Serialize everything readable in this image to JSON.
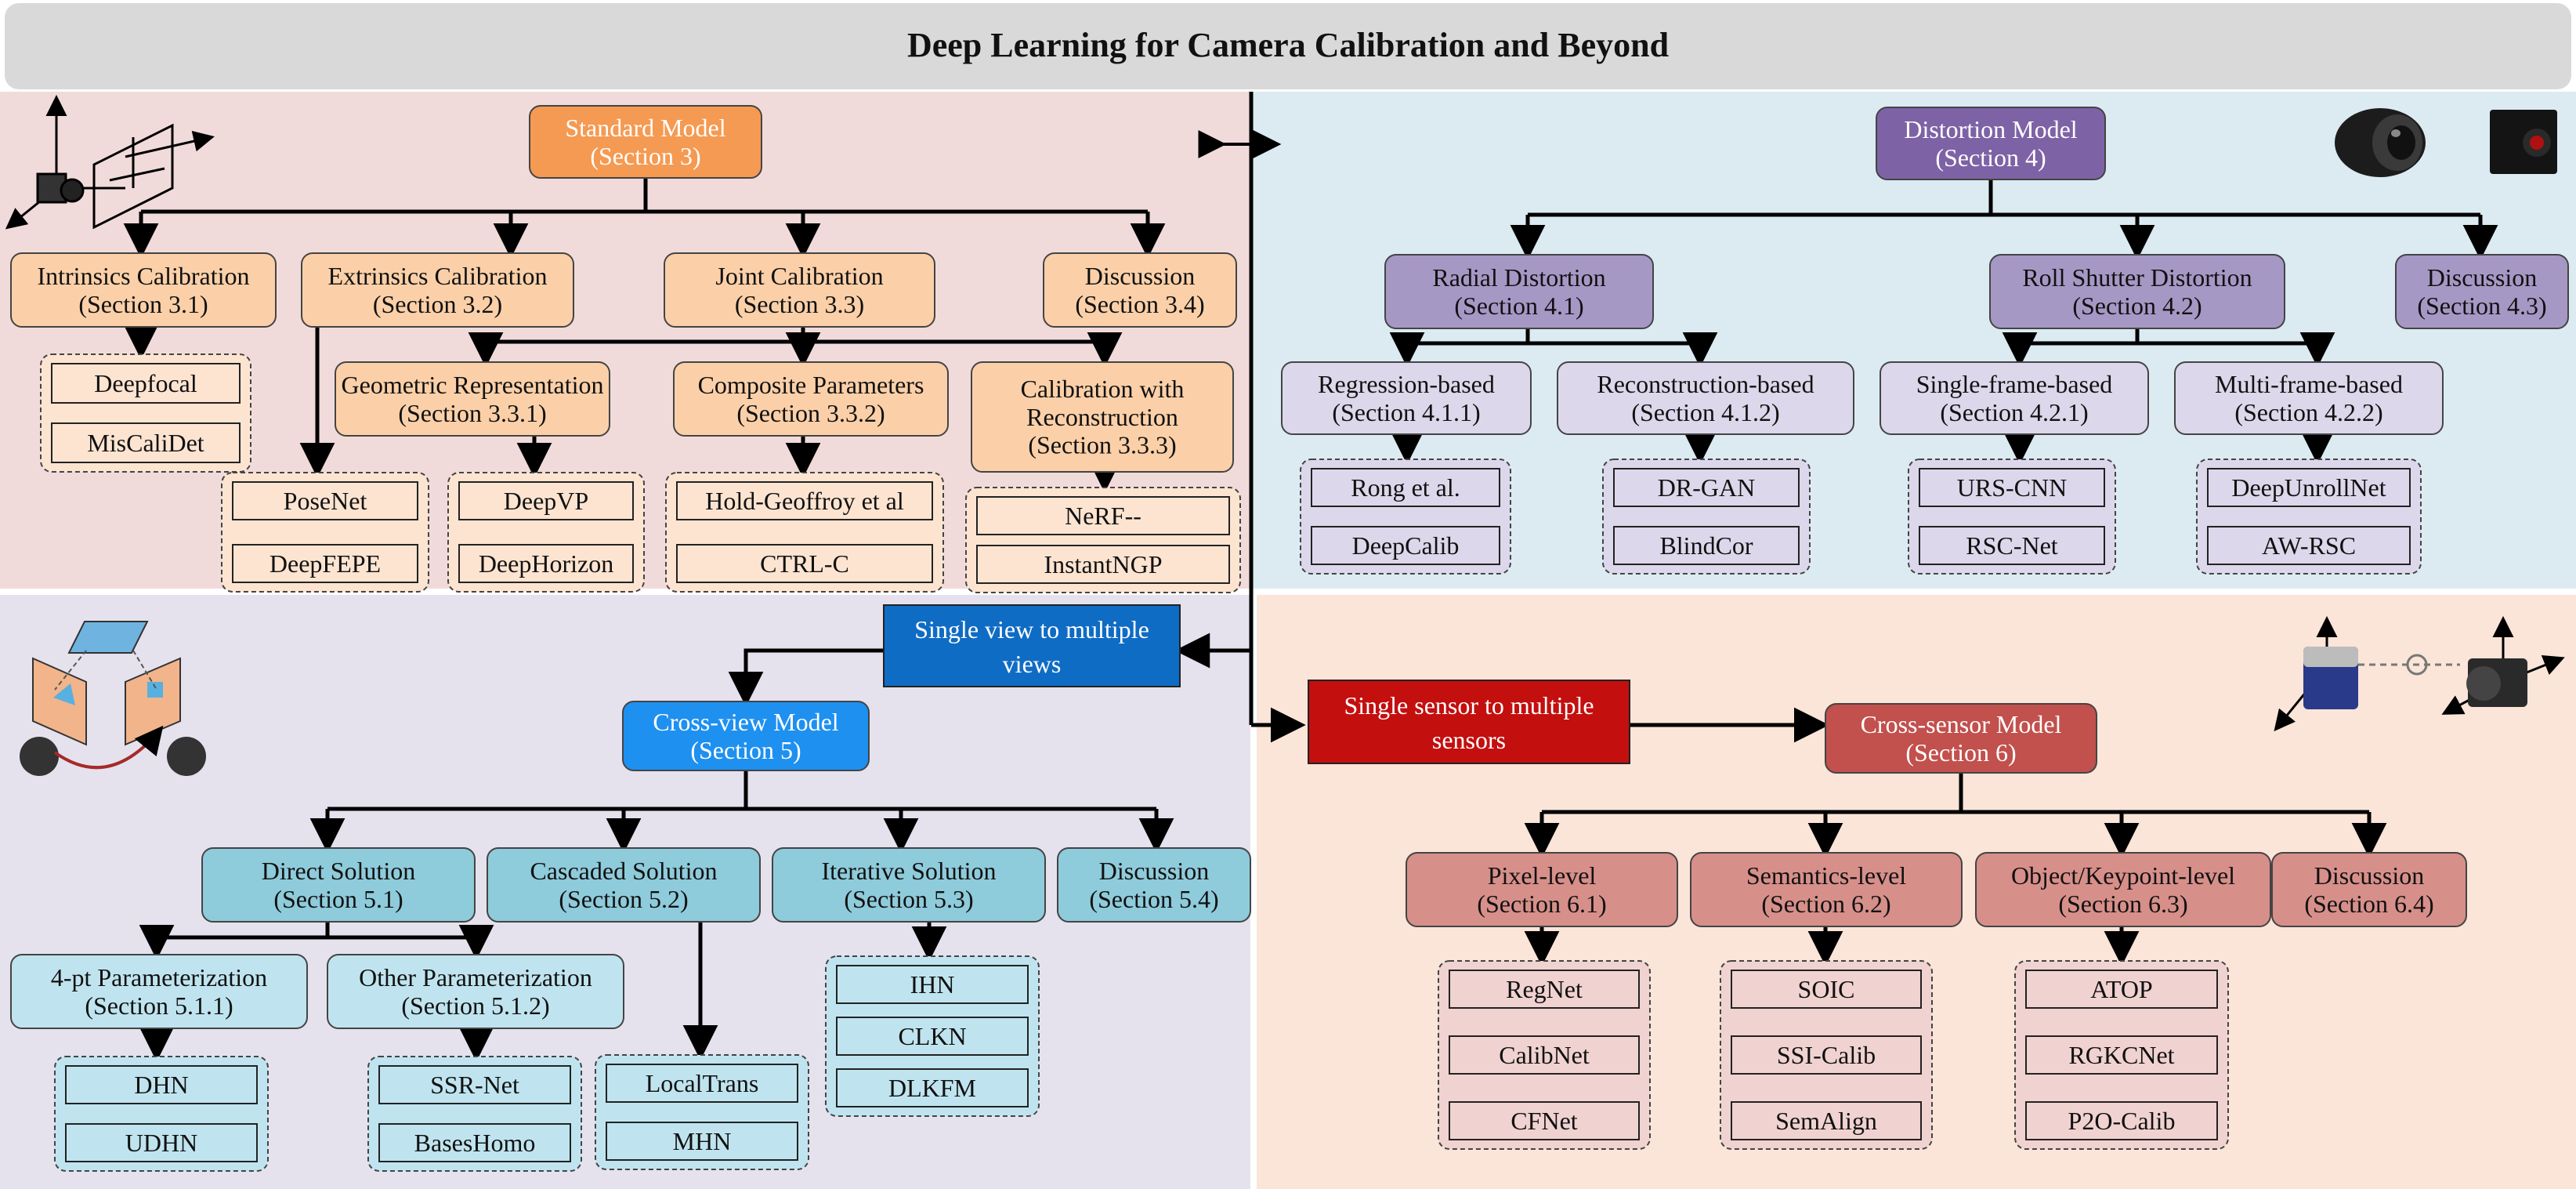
{
  "title": "Deep Learning for Camera Calibration and Beyond",
  "colors": {
    "q1_bg": "#f1dbda",
    "q2_bg": "#dcebf2",
    "q3_bg": "#e5e2ee",
    "q4_bg": "#fae5d8",
    "orange_main": "#f59a52",
    "orange_sub": "#fbd0a8",
    "orange_leaf": "#fde4d1",
    "purple_main": "#7e62a6",
    "purple_sub": "#a698c5",
    "purple_leaf": "#dcd7ea",
    "blue_main": "#1e90f0",
    "teal_sub": "#8ecbdb",
    "teal_leaf": "#bfe4ef",
    "red_main": "#c2504d",
    "red_sub": "#d78f8a",
    "red_leaf": "#f0d2d0",
    "banner_blue": "#0f6cc5",
    "banner_red": "#c40f0f"
  },
  "standard": {
    "root": [
      "Standard Model",
      "(Section 3)"
    ],
    "intrinsics": [
      "Intrinsics Calibration",
      "(Section 3.1)"
    ],
    "extrinsics": [
      "Extrinsics Calibration",
      "(Section 3.2)"
    ],
    "joint": [
      "Joint Calibration",
      "(Section 3.3)"
    ],
    "discussion": [
      "Discussion",
      "(Section 3.4)"
    ],
    "geometric": [
      "Geometric Representation",
      "(Section 3.3.1)"
    ],
    "composite": [
      "Composite Parameters",
      "(Section 3.3.2)"
    ],
    "reconstruction": [
      "Calibration with",
      "Reconstruction",
      "(Section 3.3.3)"
    ],
    "intrinsics_methods": [
      "Deepfocal",
      "MisCaliDet"
    ],
    "extrinsics_methods": [
      "PoseNet",
      "DeepFEPE"
    ],
    "geometric_methods": [
      "DeepVP",
      "DeepHorizon"
    ],
    "composite_methods": [
      "Hold-Geoffroy et al",
      "CTRL-C"
    ],
    "reconstruction_methods": [
      "NeRF--",
      "InstantNGP"
    ]
  },
  "distortion": {
    "root": [
      "Distortion Model",
      "(Section 4)"
    ],
    "radial": [
      "Radial Distortion",
      "(Section 4.1)"
    ],
    "rolling": [
      "Roll Shutter Distortion",
      "(Section 4.2)"
    ],
    "discussion": [
      "Discussion",
      "(Section 4.3)"
    ],
    "regression": [
      "Regression-based",
      "(Section 4.1.1)"
    ],
    "recon": [
      "Reconstruction-based",
      "(Section 4.1.2)"
    ],
    "single": [
      "Single-frame-based",
      "(Section 4.2.1)"
    ],
    "multi": [
      "Multi-frame-based",
      "(Section 4.2.2)"
    ],
    "regression_methods": [
      "Rong et al.",
      "DeepCalib"
    ],
    "recon_methods": [
      "DR-GAN",
      "BlindCor"
    ],
    "single_methods": [
      "URS-CNN",
      "RSC-Net"
    ],
    "multi_methods": [
      "DeepUnrollNet",
      "AW-RSC"
    ]
  },
  "crossview": {
    "banner": [
      "Single view to multiple",
      "views"
    ],
    "root": [
      "Cross-view Model",
      "(Section 5)"
    ],
    "direct": [
      "Direct Solution",
      "(Section 5.1)"
    ],
    "cascaded": [
      "Cascaded Solution",
      "(Section 5.2)"
    ],
    "iterative": [
      "Iterative Solution",
      "(Section 5.3)"
    ],
    "discussion": [
      "Discussion",
      "(Section 5.4)"
    ],
    "fourpt": [
      "4-pt Parameterization",
      "(Section 5.1.1)"
    ],
    "other": [
      "Other Parameterization",
      "(Section 5.1.2)"
    ],
    "fourpt_methods": [
      "DHN",
      "UDHN"
    ],
    "other_methods": [
      "SSR-Net",
      "BasesHomo"
    ],
    "cascaded_methods": [
      "LocalTrans",
      "MHN"
    ],
    "iterative_methods": [
      "IHN",
      "CLKN",
      "DLKFM"
    ]
  },
  "crosssensor": {
    "banner": [
      "Single sensor to multiple",
      "sensors"
    ],
    "root": [
      "Cross-sensor Model",
      "(Section 6)"
    ],
    "pixel": [
      "Pixel-level",
      "(Section 6.1)"
    ],
    "semantics": [
      "Semantics-level",
      "(Section 6.2)"
    ],
    "object": [
      "Object/Keypoint-level",
      "(Section 6.3)"
    ],
    "discussion": [
      "Discussion",
      "(Section 6.4)"
    ],
    "pixel_methods": [
      "RegNet",
      "CalibNet",
      "CFNet"
    ],
    "semantics_methods": [
      "SOIC",
      "SSI-Calib",
      "SemAlign"
    ],
    "object_methods": [
      "ATOP",
      "RGKCNet",
      "P2O-Calib"
    ]
  }
}
